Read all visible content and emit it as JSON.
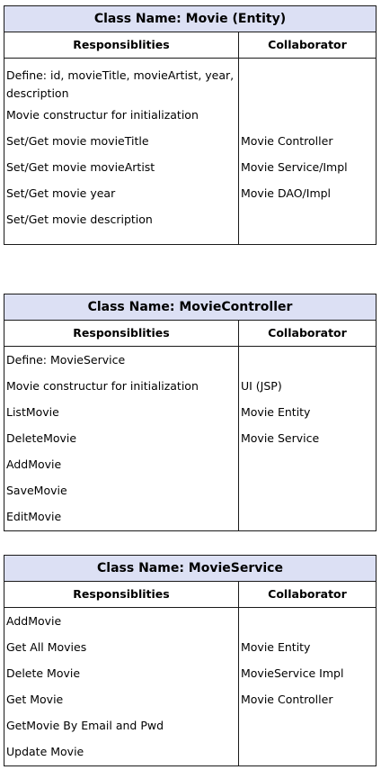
{
  "cards": [
    {
      "title_prefix": "Class Name: ",
      "title_name": "Movie (Entity)",
      "responsibilities_header": "Responsiblities",
      "collaborator_header": "Collaborator",
      "fill": "#dce0f4",
      "responsibilities": [
        "Define: id, movieTitle, movieArtist, year, description",
        "Movie constructur for initialization",
        "Set/Get movie movieTitle",
        "Set/Get movie movieArtist",
        "Set/Get movie year",
        "Set/Get movie description"
      ],
      "collaborators": [
        "",
        "",
        "Movie Controller",
        "Movie Service/Impl",
        "Movie DAO/Impl",
        ""
      ]
    },
    {
      "title_prefix": "Class Name: ",
      "title_name": "MovieController",
      "responsibilities_header": "Responsiblities",
      "collaborator_header": "Collaborator",
      "fill": "#dce0f4",
      "responsibilities": [
        "Define: MovieService",
        "Movie constructur for initialization",
        "ListMovie",
        "DeleteMovie",
        "AddMovie",
        "SaveMovie",
        "EditMovie"
      ],
      "collaborators": [
        "",
        "UI (JSP)",
        "Movie Entity",
        "Movie Service",
        "",
        "",
        ""
      ]
    },
    {
      "title_prefix": "Class Name: ",
      "title_name": "MovieService",
      "responsibilities_header": "Responsiblities",
      "collaborator_header": "Collaborator",
      "fill": "#dce0f4",
      "responsibilities": [
        "AddMovie",
        "Get All Movies",
        "Delete Movie",
        "Get Movie",
        "GetMovie By Email and Pwd",
        "Update Movie"
      ],
      "collaborators": [
        "",
        "Movie Entity",
        "MovieService Impl",
        "Movie Controller",
        "",
        ""
      ]
    }
  ]
}
